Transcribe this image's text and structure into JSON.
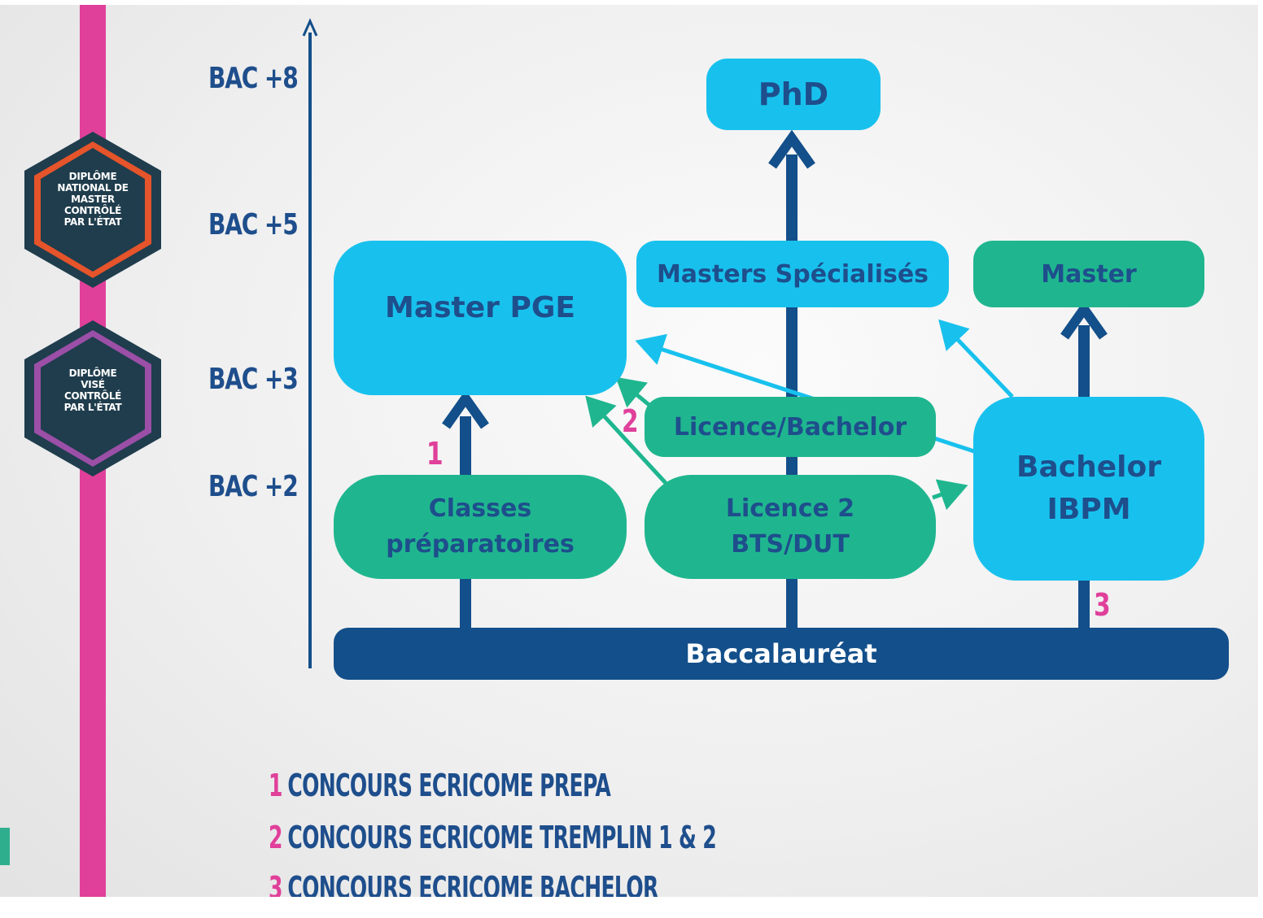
{
  "badges": [
    {
      "line1": "DIPLÔME",
      "line2": "NATIONAL DE",
      "line3": "MASTER",
      "line4": "CONTRÔLÉ",
      "line5": "PAR L'ÉTAT",
      "border_color": "#e5542a"
    },
    {
      "line1": "DIPLÔME",
      "line2": "VISÉ",
      "line3": "CONTRÔLÉ",
      "line4": "PAR L'ÉTAT",
      "border_color": "#9b4fa7"
    }
  ],
  "levels": {
    "bac8": "BAC +8",
    "bac5": "BAC +5",
    "bac3": "BAC +3",
    "bac2": "BAC +2"
  },
  "nodes": {
    "phd": "PhD",
    "masters_specialises": "Masters Spécialisés",
    "master": "Master",
    "master_pge": "Master PGE",
    "licence_bachelor": "Licence/Bachelor",
    "bachelor_ibpm_line1": "Bachelor",
    "bachelor_ibpm_line2": "IBPM",
    "classes_prepa_line1": "Classes",
    "classes_prepa_line2": "préparatoires",
    "licence2_line1": "Licence 2",
    "licence2_line2": "BTS/DUT",
    "baccalaureat": "Baccalauréat"
  },
  "path_numbers": {
    "n1": "1",
    "n2": "2",
    "n3": "3"
  },
  "legend": [
    {
      "num": "1",
      "text": "CONCOURS ECRICOME PREPA"
    },
    {
      "num": "2",
      "text": "CONCOURS ECRICOME TREMPLIN 1 & 2"
    },
    {
      "num": "3",
      "text": "CONCOURS ECRICOME BACHELOR"
    }
  ],
  "colors": {
    "navy": "#134f8a",
    "cyan": "#18c1ed",
    "green": "#1fb68f",
    "pink": "#e0409a",
    "text_blue": "#1e4e8c"
  }
}
